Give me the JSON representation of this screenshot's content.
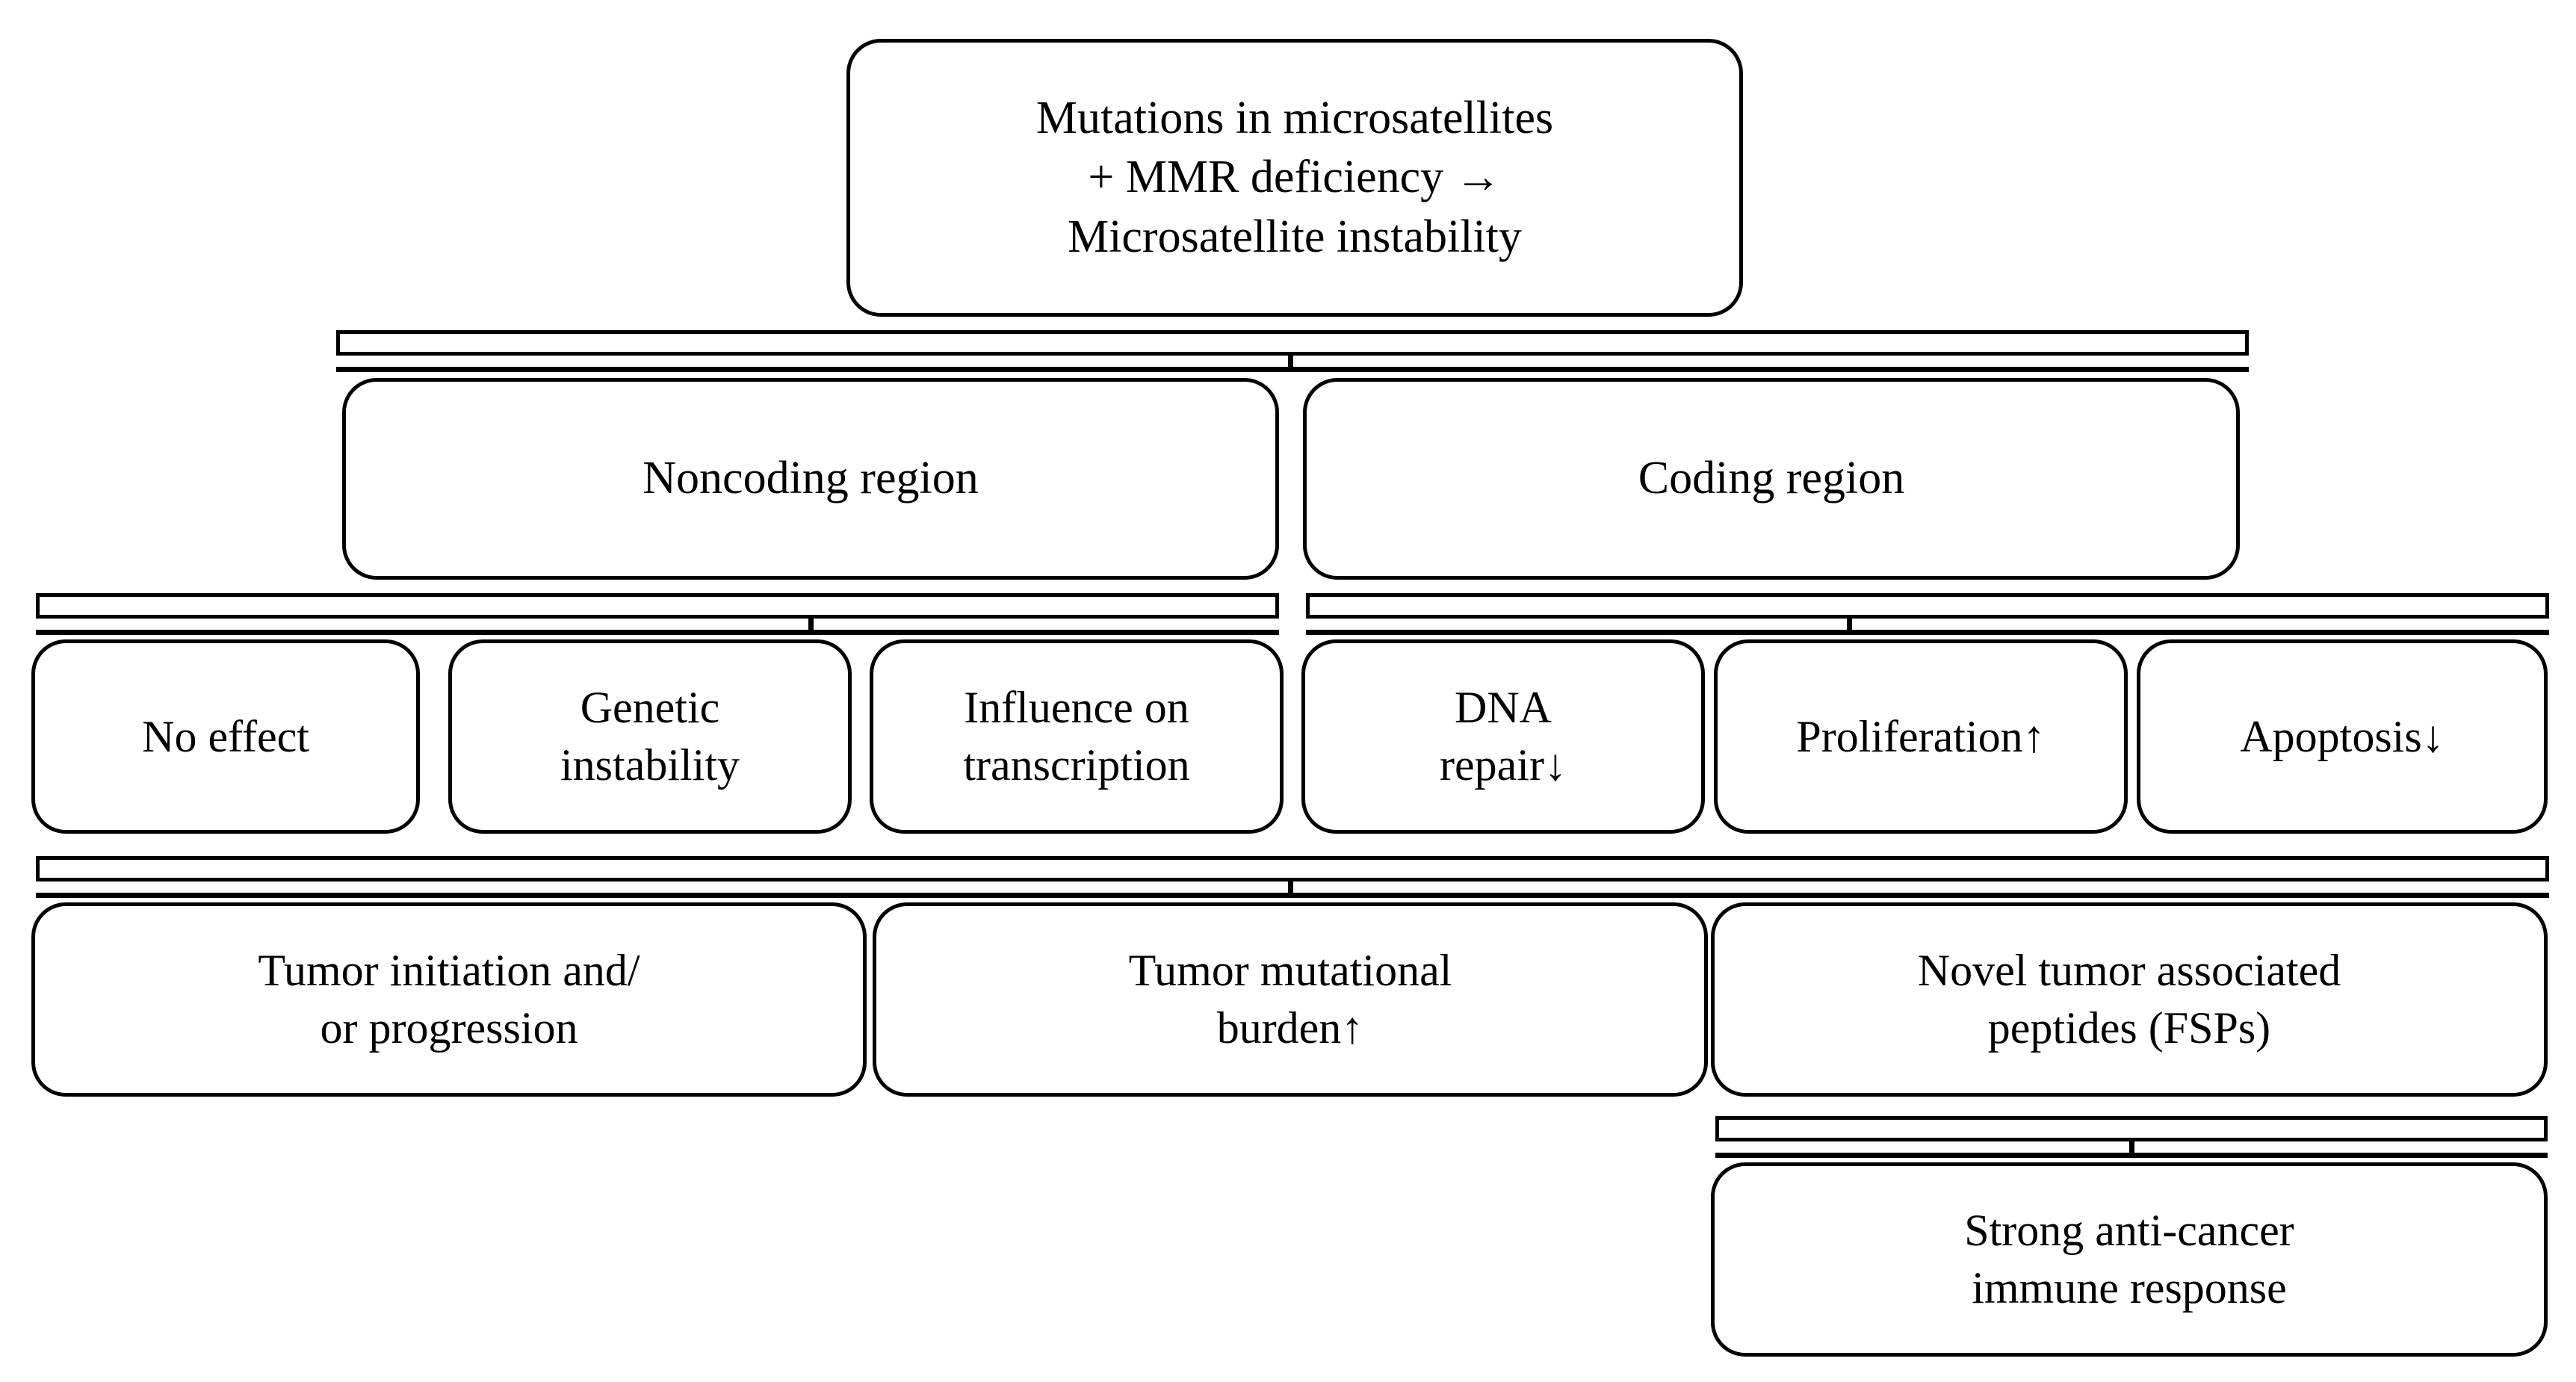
{
  "diagram": {
    "title_node": {
      "label": "Mutations in microsatellites\n+ MMR deficiency →\nMicrosatellite instability"
    },
    "level2": [
      {
        "label": "Noncoding region"
      },
      {
        "label": "Coding region"
      }
    ],
    "level3_noncoding": [
      {
        "label": "No effect"
      },
      {
        "label": "Genetic\ninstability"
      },
      {
        "label": "Influence on\ntranscription"
      }
    ],
    "level3_coding": [
      {
        "label": "DNA\nrepair↓"
      },
      {
        "label": "Proliferation↑"
      },
      {
        "label": "Apoptosis↓"
      }
    ],
    "level4": [
      {
        "label": "Tumor initiation and/\nor progression"
      },
      {
        "label": "Tumor mutational\nburden↑"
      },
      {
        "label": "Novel tumor associated\npeptides (FSPs)"
      }
    ],
    "level5": [
      {
        "label": "Strong anti-cancer\nimmune response"
      }
    ],
    "colors": {
      "stroke": "#000000",
      "fill": "#ffffff",
      "text": "#000000"
    }
  }
}
